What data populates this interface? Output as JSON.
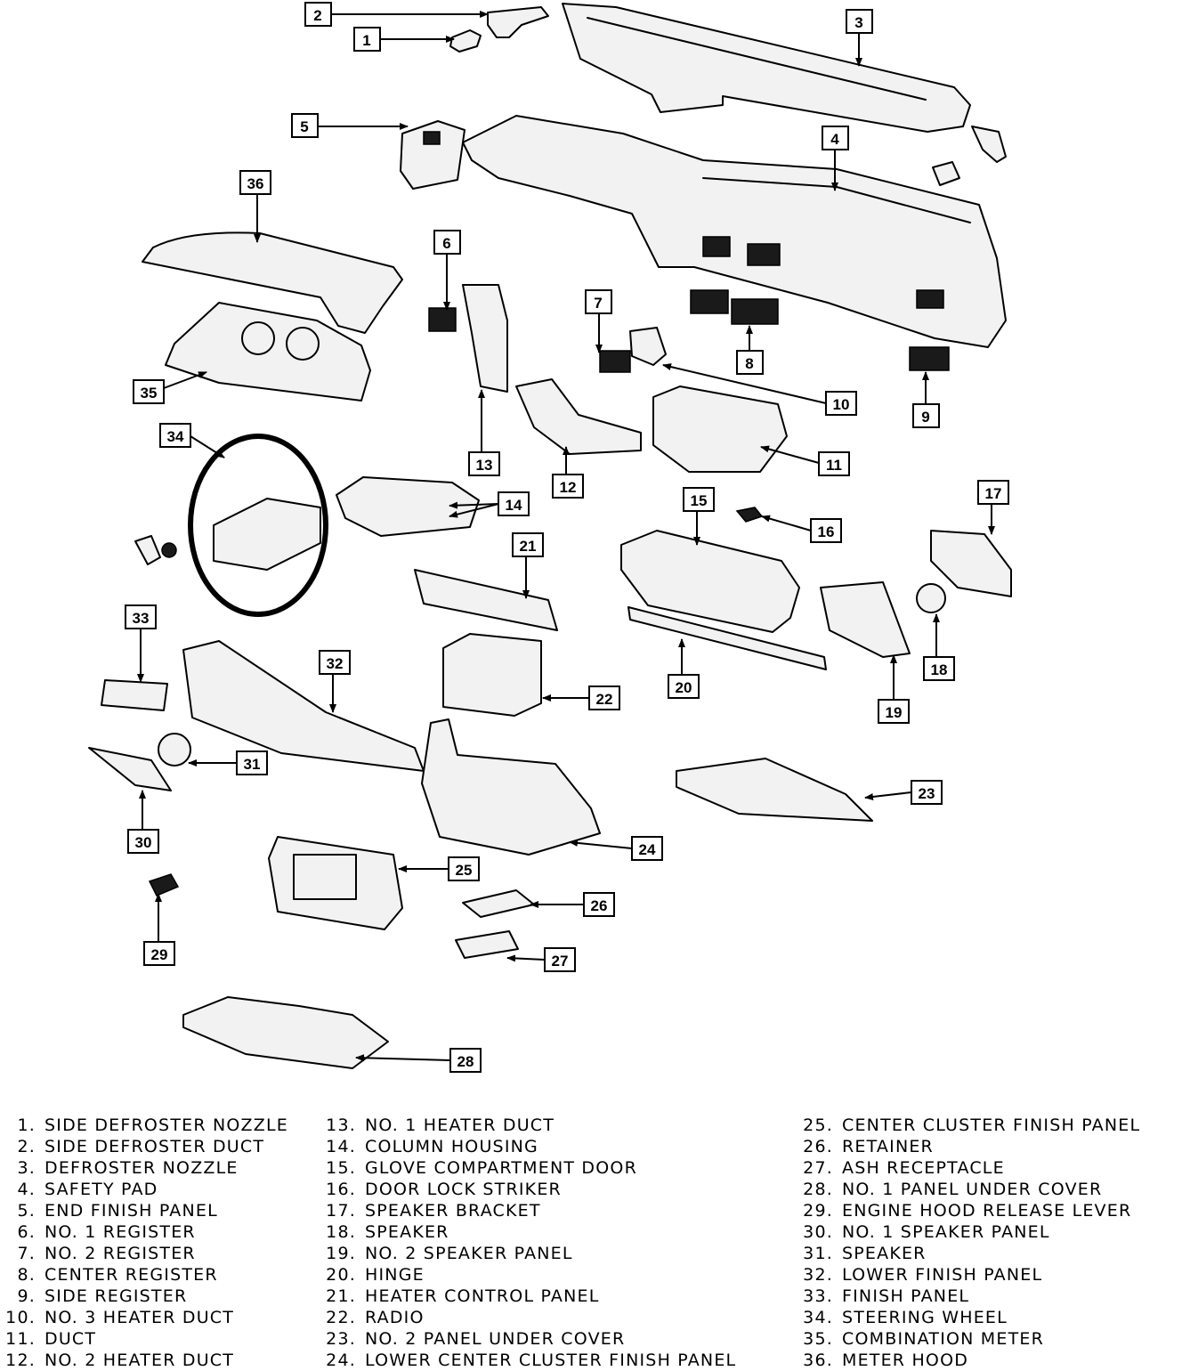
{
  "callouts": [
    "1",
    "2",
    "3",
    "4",
    "5",
    "6",
    "7",
    "8",
    "9",
    "10",
    "11",
    "12",
    "13",
    "14",
    "15",
    "16",
    "17",
    "18",
    "19",
    "20",
    "21",
    "22",
    "23",
    "24",
    "25",
    "26",
    "27",
    "28",
    "29",
    "30",
    "31",
    "32",
    "33",
    "34",
    "35",
    "36"
  ],
  "legend": [
    [
      {
        "num": "1.",
        "label": "SIDE DEFROSTER NOZZLE"
      },
      {
        "num": "2.",
        "label": "SIDE DEFROSTER DUCT"
      },
      {
        "num": "3.",
        "label": "DEFROSTER NOZZLE"
      },
      {
        "num": "4.",
        "label": "SAFETY PAD"
      },
      {
        "num": "5.",
        "label": "END FINISH PANEL"
      },
      {
        "num": "6.",
        "label": "NO. 1 REGISTER"
      },
      {
        "num": "7.",
        "label": "NO. 2 REGISTER"
      },
      {
        "num": "8.",
        "label": "CENTER REGISTER"
      },
      {
        "num": "9.",
        "label": "SIDE REGISTER"
      },
      {
        "num": "10.",
        "label": "NO. 3 HEATER DUCT"
      },
      {
        "num": "11.",
        "label": "DUCT"
      },
      {
        "num": "12.",
        "label": "NO. 2 HEATER DUCT"
      }
    ],
    [
      {
        "num": "13.",
        "label": "NO. 1 HEATER DUCT"
      },
      {
        "num": "14.",
        "label": "COLUMN HOUSING"
      },
      {
        "num": "15.",
        "label": "GLOVE COMPARTMENT DOOR"
      },
      {
        "num": "16.",
        "label": "DOOR LOCK STRIKER"
      },
      {
        "num": "17.",
        "label": "SPEAKER BRACKET"
      },
      {
        "num": "18.",
        "label": "SPEAKER"
      },
      {
        "num": "19.",
        "label": "NO. 2 SPEAKER PANEL"
      },
      {
        "num": "20.",
        "label": "HINGE"
      },
      {
        "num": "21.",
        "label": "HEATER CONTROL PANEL"
      },
      {
        "num": "22.",
        "label": "RADIO"
      },
      {
        "num": "23.",
        "label": "NO. 2 PANEL UNDER COVER"
      },
      {
        "num": "24.",
        "label": "LOWER CENTER CLUSTER FINISH PANEL"
      }
    ],
    [
      {
        "num": "25.",
        "label": "CENTER CLUSTER FINISH PANEL"
      },
      {
        "num": "26.",
        "label": "RETAINER"
      },
      {
        "num": "27.",
        "label": "ASH RECEPTACLE"
      },
      {
        "num": "28.",
        "label": "NO. 1 PANEL UNDER COVER"
      },
      {
        "num": "29.",
        "label": "ENGINE HOOD RELEASE LEVER"
      },
      {
        "num": "30.",
        "label": "NO. 1 SPEAKER PANEL"
      },
      {
        "num": "31.",
        "label": "SPEAKER"
      },
      {
        "num": "32.",
        "label": "LOWER FINISH PANEL"
      },
      {
        "num": "33.",
        "label": "FINISH PANEL"
      },
      {
        "num": "34.",
        "label": "STEERING WHEEL"
      },
      {
        "num": "35.",
        "label": "COMBINATION METER"
      },
      {
        "num": "36.",
        "label": "METER HOOD"
      }
    ]
  ]
}
